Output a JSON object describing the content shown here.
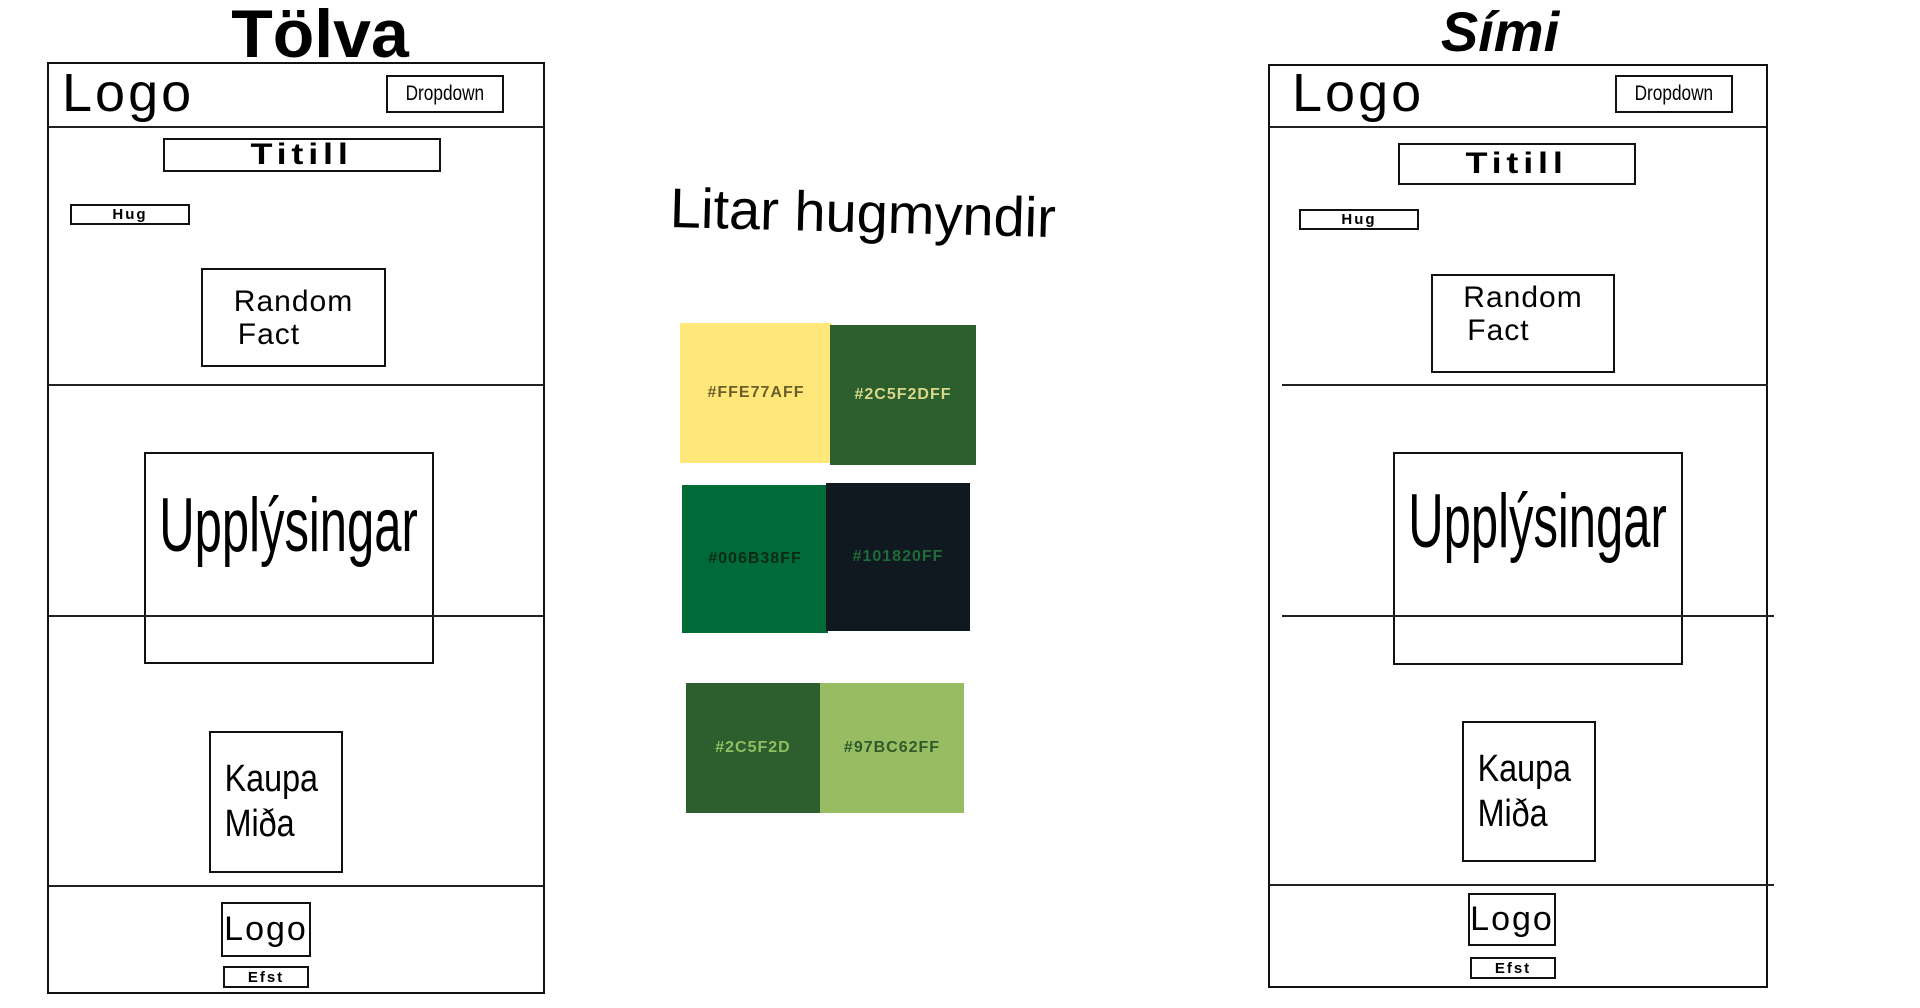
{
  "desktop": {
    "heading": "Tölva",
    "header_logo": "Logo",
    "dropdown": "Dropdown",
    "title_box": "Titill",
    "hug_button": "Hug",
    "random_fact": [
      "Random",
      "Fact"
    ],
    "info_box": "Upplýsingar",
    "buy_ticket": [
      "Kaupa",
      "Miða"
    ],
    "footer_logo": "Logo",
    "top_button": "Efst"
  },
  "mobile": {
    "heading": "Sími",
    "header_logo": "Logo",
    "dropdown": "Dropdown",
    "title_box": "Titill",
    "hug_button": "Hug",
    "random_fact": [
      "Random",
      "Fact"
    ],
    "info_box": "Upplýsingar",
    "buy_ticket": [
      "Kaupa",
      "Miða"
    ],
    "footer_logo": "Logo",
    "top_button": "Efst"
  },
  "palette": {
    "heading": "Litar hugmyndir",
    "rows": [
      [
        {
          "label": "#FFE77AFF",
          "color": "#FFE77A",
          "text_color": "#6b5f2a"
        },
        {
          "label": "#2C5F2DFF",
          "color": "#2C5F2D",
          "text_color": "#d8d88a"
        }
      ],
      [
        {
          "label": "#006B38FF",
          "color": "#006B38",
          "text_color": "#0b2a16"
        },
        {
          "label": "#101820FF",
          "color": "#101820",
          "text_color": "#1f6b3a"
        }
      ],
      [
        {
          "label": "#2C5F2D",
          "color": "#2C5F2D",
          "text_color": "#8fbf5f"
        },
        {
          "label": "#97BC62FF",
          "color": "#97BC62",
          "text_color": "#2f5a2a"
        }
      ]
    ]
  }
}
